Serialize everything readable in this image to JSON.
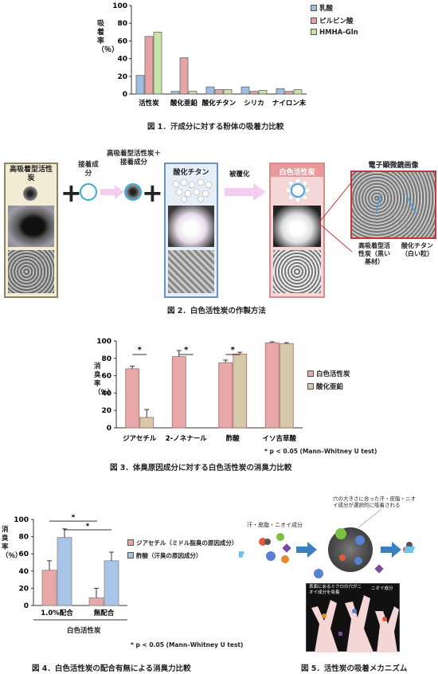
{
  "colors": {
    "lactic": "#9dbde2",
    "pyruvic": "#e6a3a3",
    "hmha": "#c8e3a3",
    "white_carbon": "#e8a8a8",
    "zinc": "#d4c9a8",
    "acetyl": "#e8a8a8",
    "isovaleric_fig4": "#a8c4e6"
  },
  "fig1": {
    "caption": "図 1．汗成分に対する粉体の吸着力比較",
    "ylabel": "吸着率（％）",
    "chart_data": {
      "type": "bar",
      "categories": [
        "活性炭",
        "酸化亜鉛",
        "酸化チタン",
        "シリカ",
        "ナイロン末"
      ],
      "series": [
        {
          "name": "乳酸",
          "values": [
            21,
            3,
            8,
            8,
            6
          ]
        },
        {
          "name": "ピルビン酸",
          "values": [
            65,
            41,
            5,
            3,
            3
          ]
        },
        {
          "name": "HMHA-Gln",
          "values": [
            70,
            3,
            5,
            4,
            5
          ]
        }
      ],
      "ylim": [
        0,
        100
      ],
      "yticks": [
        0,
        20,
        40,
        60,
        80,
        100
      ]
    }
  },
  "fig2": {
    "caption": "図 2．白色活性炭の作製方法",
    "box1_title": "高吸着型活性炭",
    "plus": "+",
    "step1_label": "接着成分",
    "step2_label": "高吸着型活性炭＋接着成分",
    "box2_title": "酸化チタン",
    "step3_label": "被覆化",
    "box3_title": "白色活性炭",
    "em_title": "電子顕微鏡画像",
    "em_label1": "高吸着型活性炭（黒い基材）",
    "em_label2": "酸化チタン（白い粒）"
  },
  "fig3": {
    "caption": "図 3．体臭原因成分に対する白色活性炭の消臭力比較",
    "ylabel": "消臭率（％）",
    "note": "* p < 0.05 (Mann–Whitney U test)",
    "chart_data": {
      "type": "bar",
      "categories": [
        "ジアセチル",
        "2-ノネナール",
        "酢酸",
        "イソ吉草酸"
      ],
      "series": [
        {
          "name": "白色活性炭",
          "values": [
            68,
            82,
            75,
            98
          ]
        },
        {
          "name": "酸化亜鉛",
          "values": [
            12,
            0,
            85,
            97
          ]
        }
      ],
      "ylim": [
        0,
        100
      ],
      "yticks": [
        0,
        20,
        40,
        60,
        80,
        100
      ],
      "significance": [
        "*",
        "*",
        "*",
        ""
      ]
    }
  },
  "fig4": {
    "caption": "図 4．白色活性炭の配合有無による消臭力比較",
    "ylabel": "消臭率（％）",
    "note": "* p < 0.05 (Mann–Whitney U test)",
    "group_label": "白色活性炭",
    "chart_data": {
      "type": "bar",
      "categories": [
        "1.0%配合",
        "無配合"
      ],
      "series": [
        {
          "name": "ジアセチル（ミドル脂臭の原因成分）",
          "values": [
            41,
            9
          ]
        },
        {
          "name": "酢酸（汗臭の原因成分）",
          "values": [
            79,
            52
          ]
        }
      ],
      "ylim": [
        0,
        100
      ],
      "yticks": [
        0,
        20,
        40,
        60,
        80,
        100
      ],
      "significance": [
        "*",
        "*"
      ]
    }
  },
  "fig5": {
    "caption": "図 5．活性炭の吸着メカニズム",
    "top_label": "穴の大きさに合った汗・皮脂・ニオイ成分が選択的に吸着される",
    "left_label": "汗・皮脂・ニオイ成分",
    "inset_label1": "表面にあるミクロの穴がニオイ成分を吸着",
    "inset_label2": "ニオイ成分"
  }
}
